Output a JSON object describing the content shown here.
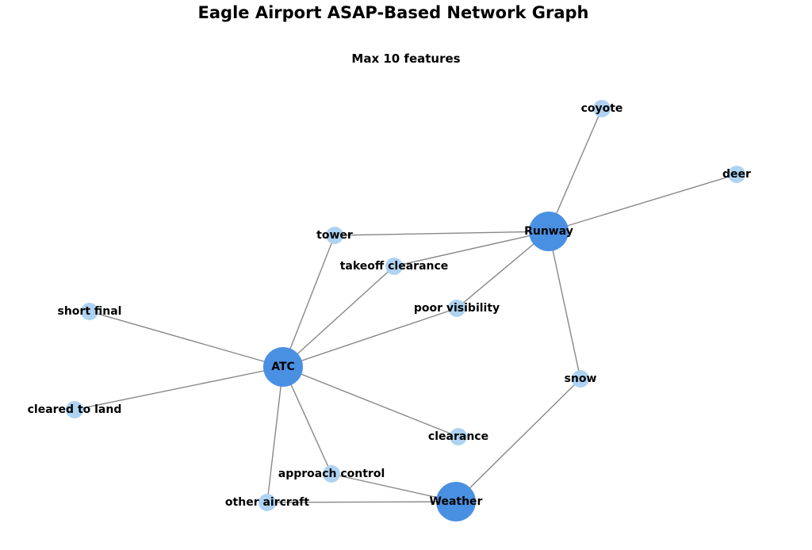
{
  "graph": {
    "title": "Eagle Airport ASAP-Based Network Graph",
    "subtitle": "Max 10 features",
    "colors": {
      "hub": "#4a90e2",
      "feature": "#aed3f2",
      "edge": "#888888"
    },
    "nodes": [
      {
        "id": "runway",
        "label": "Runway",
        "kind": "hub"
      },
      {
        "id": "atc",
        "label": "ATC",
        "kind": "hub"
      },
      {
        "id": "weather",
        "label": "Weather",
        "kind": "hub"
      },
      {
        "id": "coyote",
        "label": "coyote",
        "kind": "feature"
      },
      {
        "id": "deer",
        "label": "deer",
        "kind": "feature"
      },
      {
        "id": "tower",
        "label": "tower",
        "kind": "feature"
      },
      {
        "id": "takeoff_clearance",
        "label": "takeoff clearance",
        "kind": "feature"
      },
      {
        "id": "poor_visibility",
        "label": "poor visibility",
        "kind": "feature"
      },
      {
        "id": "short_final",
        "label": "short final",
        "kind": "feature"
      },
      {
        "id": "snow",
        "label": "snow",
        "kind": "feature"
      },
      {
        "id": "cleared_to_land",
        "label": "cleared to land",
        "kind": "feature"
      },
      {
        "id": "clearance",
        "label": "clearance",
        "kind": "feature"
      },
      {
        "id": "approach_control",
        "label": "approach control",
        "kind": "feature"
      },
      {
        "id": "other_aircraft",
        "label": "other aircraft",
        "kind": "feature"
      }
    ],
    "edges": [
      [
        "runway",
        "coyote"
      ],
      [
        "runway",
        "deer"
      ],
      [
        "runway",
        "tower"
      ],
      [
        "runway",
        "takeoff_clearance"
      ],
      [
        "runway",
        "poor_visibility"
      ],
      [
        "runway",
        "snow"
      ],
      [
        "atc",
        "tower"
      ],
      [
        "atc",
        "takeoff_clearance"
      ],
      [
        "atc",
        "poor_visibility"
      ],
      [
        "atc",
        "short_final"
      ],
      [
        "atc",
        "cleared_to_land"
      ],
      [
        "atc",
        "clearance"
      ],
      [
        "atc",
        "approach_control"
      ],
      [
        "atc",
        "other_aircraft"
      ],
      [
        "weather",
        "snow"
      ],
      [
        "weather",
        "approach_control"
      ],
      [
        "weather",
        "other_aircraft"
      ]
    ]
  }
}
